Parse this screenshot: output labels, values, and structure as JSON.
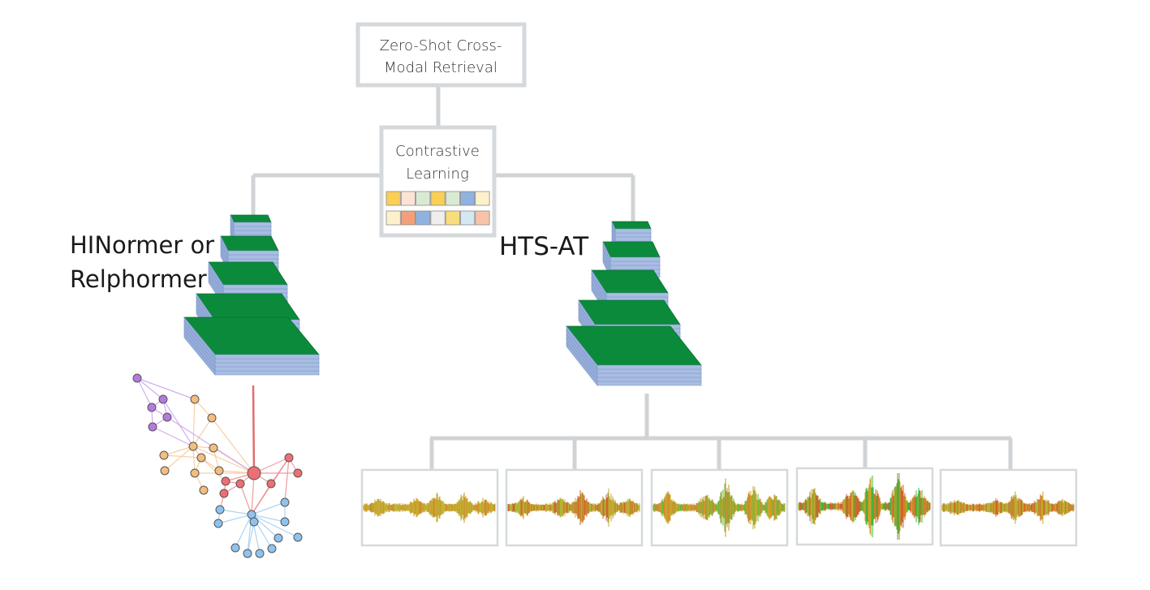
{
  "diagram": {
    "top_box": {
      "line1": "Zero-Shot Cross-",
      "line2": "Modal Retrieval"
    },
    "contrastive_box": {
      "line1": "Contrastive",
      "line2": "Learning"
    },
    "embedding_rows": [
      [
        "#f9cf55",
        "#fde3d6",
        "#d9ead3",
        "#f9cf55",
        "#d9ead3",
        "#8fb2e0",
        "#fdf1cc"
      ],
      [
        "#fdf1cc",
        "#f3a07a",
        "#8fb2e0",
        "#eeeeee",
        "#f9dd7a",
        "#d6e7f4",
        "#f8c3a8"
      ]
    ],
    "left_label": {
      "line1": "HINormer or",
      "line2": "Relphormer"
    },
    "right_label": "HTS-AT",
    "colors": {
      "connector": "#d0d3d6",
      "box_border": "#d6d9dc",
      "layer_green": "#0b8a3c",
      "layer_blue": "#8ea8d6",
      "graph_link": "#e36d6d",
      "purple_nodes": "#b47ae0",
      "orange_nodes": "#f4bd7e",
      "red_nodes": "#ee6f73",
      "blue_nodes": "#8ec3ef"
    },
    "audio_clips": [
      {
        "name": "clip-1",
        "palette": [
          "#c9a52a",
          "#d18a2e",
          "#b9b838"
        ],
        "peak": 0.35
      },
      {
        "name": "clip-2",
        "palette": [
          "#c9a52a",
          "#d0642c",
          "#a9b83a"
        ],
        "peak": 0.45
      },
      {
        "name": "clip-3",
        "palette": [
          "#6bb83a",
          "#c9a52a",
          "#d08a2e"
        ],
        "peak": 0.75
      },
      {
        "name": "clip-4",
        "palette": [
          "#c9a52a",
          "#d0642c",
          "#3fb83a"
        ],
        "peak": 1.0
      },
      {
        "name": "clip-5",
        "palette": [
          "#a9b83a",
          "#c9a52a",
          "#d0642c"
        ],
        "peak": 0.35
      }
    ]
  }
}
